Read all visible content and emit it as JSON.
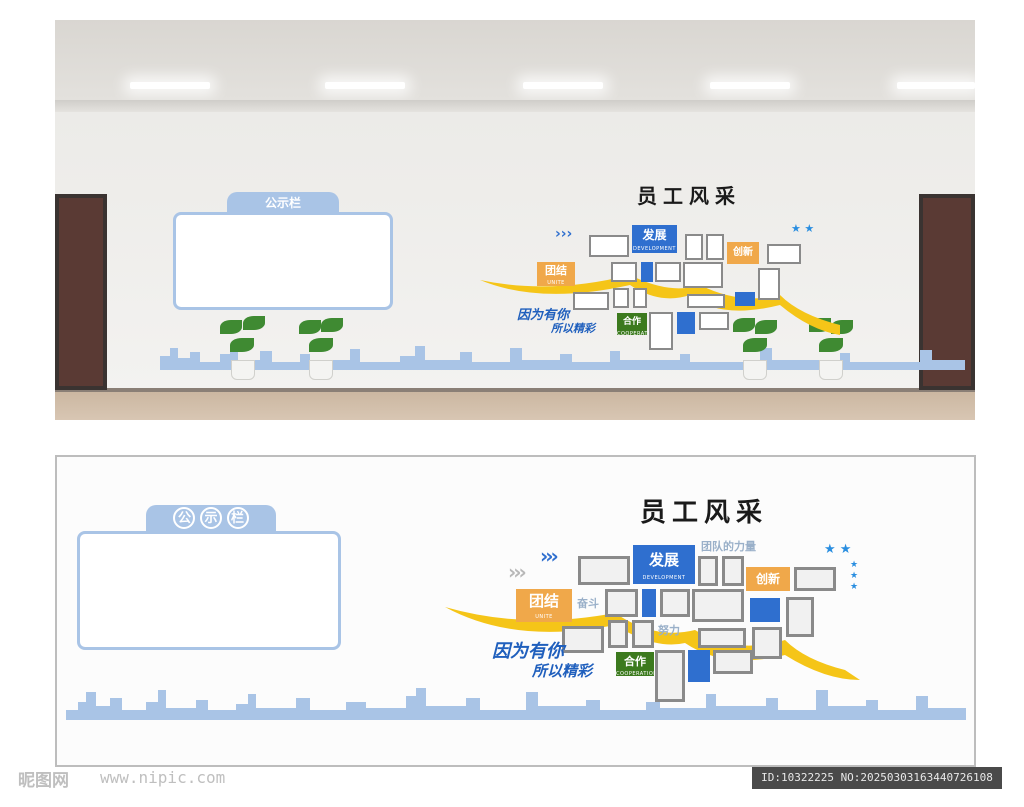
{
  "photo_scene": {
    "notice_board_title": "公示栏",
    "wall_title": "员工风采",
    "box_development": "发展",
    "box_development_sub": "DEVELOPMENT",
    "box_unite": "团结",
    "box_unite_sub": "UNITE",
    "box_innovation": "创新",
    "box_cooperation": "合作",
    "box_cooperation_sub": "COOPERATION",
    "slogan_line1": "因为有你",
    "slogan_line2": "所以精彩"
  },
  "design": {
    "notice_board_title": [
      "公",
      "示",
      "栏"
    ],
    "wall_title": "员工风采",
    "box_development": "发展",
    "box_development_sub": "DEVELOPMENT",
    "team_strength": "团队的力量",
    "box_innovation": "创新",
    "box_unite": "团结",
    "box_unite_sub": "UNITE",
    "struggle": "奋斗",
    "effort": "努力",
    "box_cooperation": "合作",
    "box_cooperation_sub": "COOPERATION",
    "slogan_line1": "因为有你",
    "slogan_line2": "所以精彩",
    "arrows_dark": "›››",
    "arrows_light": "›››",
    "stars": "★ ★"
  },
  "colors": {
    "blue": "#2f6fcf",
    "orange": "#f0a84a",
    "green": "#3c7a1e",
    "yellow_ribbon": "#f5c518",
    "light_blue": "#a9c4e6"
  },
  "watermark": {
    "logo": "昵图网",
    "url": "www.nipic.com",
    "id_text": "ID:10322225 NO:20250303163440726108"
  }
}
